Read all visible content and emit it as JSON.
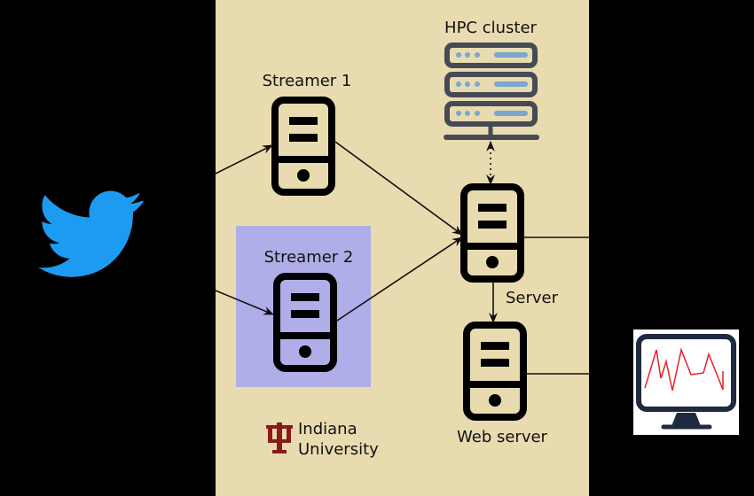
{
  "labels": {
    "hpc": "HPC cluster",
    "streamer1": "Streamer 1",
    "streamer2": "Streamer 2",
    "server": "Server",
    "webserver": "Web server",
    "iu_line1": "Indiana",
    "iu_line2": "University"
  },
  "colors": {
    "background": "#000000",
    "panel": "#e8dbb0",
    "highlight": "#b0aee8",
    "twitter": "#1d9bf0",
    "hpc_frame": "#454a55",
    "hpc_light": "#7aa6d0",
    "iu_red": "#8b1a1a",
    "monitor_frame": "#1e2a3f",
    "monitor_line": "#e8202a"
  },
  "icons": [
    "twitter-bird-icon",
    "server-icon",
    "hpc-cluster-icon",
    "indiana-university-logo-icon",
    "monitor-chart-icon"
  ]
}
